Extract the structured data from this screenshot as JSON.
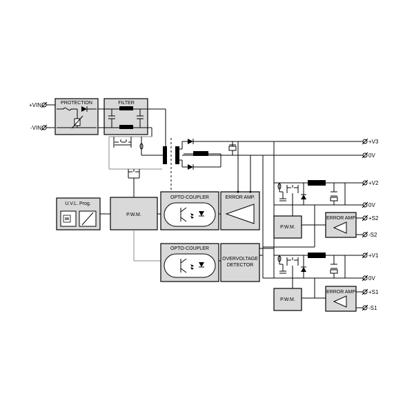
{
  "blocks": {
    "protection": "PROTECTION",
    "filter": "FILTER",
    "uvl": "U.V.L. Prog.",
    "pwm_main": "P.W.M.",
    "opto_top": "OPTO-COUPLER",
    "opto_bottom": "OPTO-COUPLER",
    "error_amp_main": "ERROR AMP.",
    "overvoltage_line1": "OVERVOLTAGE",
    "overvoltage_line2": "DETECTOR",
    "pwm_v2": "P.W.M.",
    "error_amp_v2": "ERROR AMP",
    "pwm_v1": "P.W.M.",
    "error_amp_v1": "ERROR AMP"
  },
  "terminals": {
    "vin_pos": "+VIN",
    "vin_neg": "-VIN",
    "v3": "+V3",
    "v3_0v": "0V",
    "v2": "+V2",
    "v2_0v": "0V",
    "s2_pos": "+S2",
    "s2_neg": "-S2",
    "v1": "+V1",
    "v1_0v": "0V",
    "s1_pos": "+S1",
    "s1_neg": "-S1"
  }
}
